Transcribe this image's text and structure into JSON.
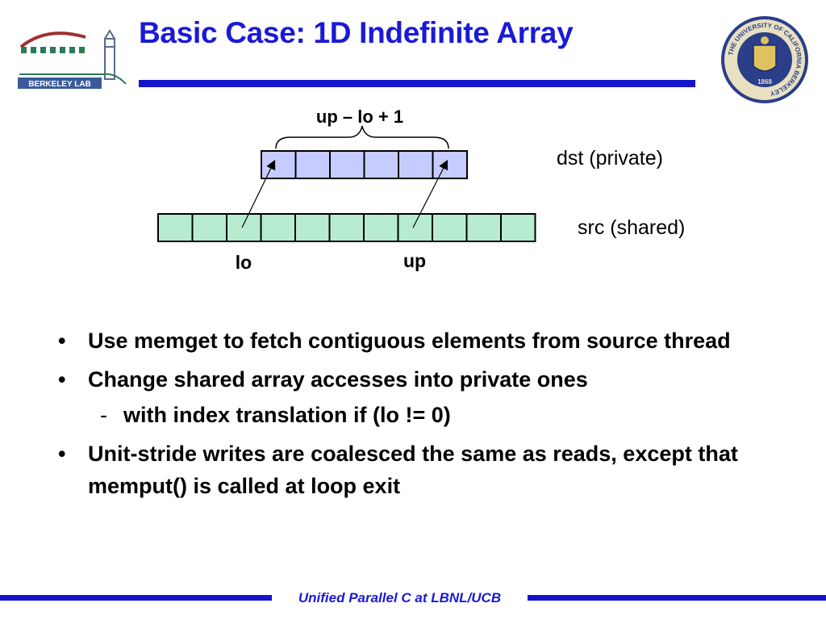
{
  "slide": {
    "title": "Basic Case: 1D Indefinite Array",
    "footer": "Unified Parallel C at LBNL/UCB"
  },
  "logos": {
    "lab_wordmark": "BERKELEY LAB",
    "seal_ring_text": "THE UNIVERSITY OF CALIFORNIA BERKELEY",
    "seal_year": "1868"
  },
  "diagram": {
    "span_label": "up – lo + 1",
    "dst_label": "dst (private)",
    "src_label": "src (shared)",
    "lo_label": "lo",
    "up_label": "up",
    "dst_cells": 6,
    "src_cells": 11,
    "dst_color": "#c6ccff",
    "src_color": "#b8ecd0"
  },
  "bullets": [
    {
      "text": "Use memget to fetch contiguous elements from source thread"
    },
    {
      "text": "Change shared array accesses into private ones"
    },
    {
      "text": "with index translation if (lo != 0)",
      "sub": true
    },
    {
      "text": "Unit-stride writes are coalesced the same as reads, except that memput() is called at loop exit"
    }
  ],
  "colors": {
    "title": "#1a1ad6",
    "rule": "#1414c8"
  }
}
